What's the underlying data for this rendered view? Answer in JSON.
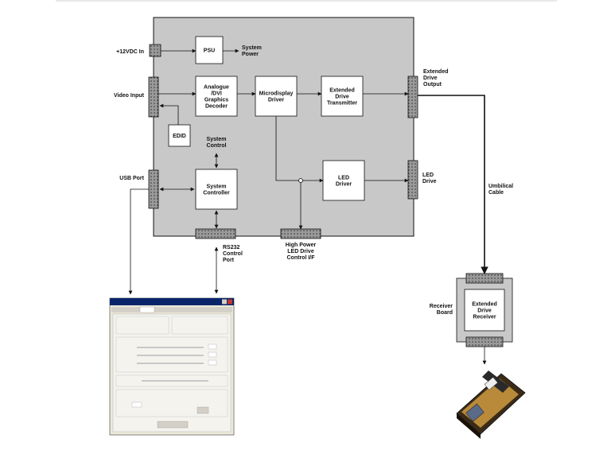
{
  "labels": {
    "dc_in": "+12VDC In",
    "video_input": "Video Input",
    "usb_port": "USB Port",
    "system_power": [
      "System",
      "Power"
    ],
    "ext_drive_output": [
      "Extended",
      "Drive",
      "Output"
    ],
    "led_drive": [
      "LED",
      "Drive"
    ],
    "system_control": [
      "System",
      "Control"
    ],
    "rs232": [
      "RS232",
      "Control",
      "Port"
    ],
    "high_power": [
      "High Power",
      "LED Drive",
      "Control I/F"
    ],
    "umbilical": [
      "Umbilical",
      "Cable"
    ],
    "receiver_board": [
      "Receiver",
      "Board"
    ]
  },
  "blocks": {
    "psu": [
      "PSU"
    ],
    "decoder": [
      "Analogue",
      "/DVI",
      "Graphics",
      "Decoder"
    ],
    "microdisplay": [
      "Microdisplay",
      "Driver"
    ],
    "transmitter": [
      "Extended",
      "Drive",
      "Transmitter"
    ],
    "edid": [
      "EDID"
    ],
    "controller": [
      "System",
      "Controller"
    ],
    "led_driver": [
      "LED",
      "Driver"
    ],
    "receiver": [
      "Extended",
      "Drive",
      "Receiver"
    ]
  },
  "colors": {
    "board": "#c8c8c8",
    "block": "#ffffff",
    "connector": "#9a9a9a",
    "line": "#111111",
    "dialog_title": "#0a246a"
  }
}
